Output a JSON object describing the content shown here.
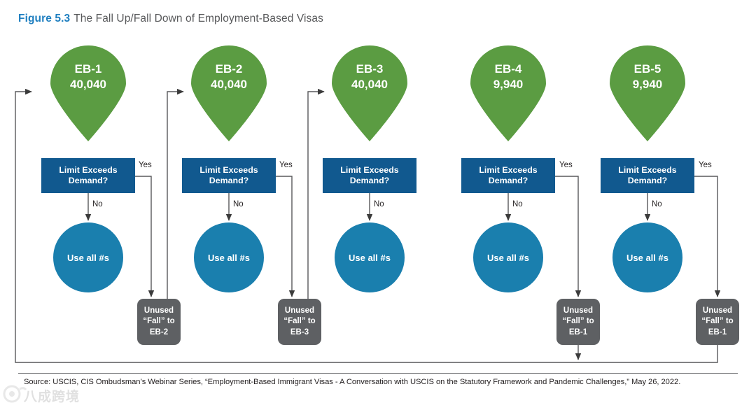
{
  "title": {
    "figure_label": "Figure 5.3",
    "caption": "The Fall Up/Fall Down of Employment-Based Visas"
  },
  "colors": {
    "pin_green": "#5b9c42",
    "decision_blue": "#11598f",
    "circle_blue": "#1a7fae",
    "unused_gray": "#5e6063",
    "accent_blue": "#1f7fc0",
    "line_gray": "#58595b",
    "text_dark": "#231f20"
  },
  "columns": [
    {
      "id": "eb1",
      "pin": {
        "category": "EB-1",
        "number": "40,040"
      },
      "decision": {
        "line1": "Limit Exceeds",
        "line2": "Demand?"
      },
      "yes_label": "Yes",
      "no_label": "No",
      "circle": {
        "line1": "Use all",
        "line2": "#s"
      },
      "unused": {
        "line1": "Unused",
        "line2": "“Fall”",
        "line3": "to EB-2"
      }
    },
    {
      "id": "eb2",
      "pin": {
        "category": "EB-2",
        "number": "40,040"
      },
      "decision": {
        "line1": "Limit Exceeds",
        "line2": "Demand?"
      },
      "yes_label": "Yes",
      "no_label": "No",
      "circle": {
        "line1": "Use all",
        "line2": "#s"
      },
      "unused": {
        "line1": "Unused",
        "line2": "“Fall”",
        "line3": "to EB-3"
      }
    },
    {
      "id": "eb3",
      "pin": {
        "category": "EB-3",
        "number": "40,040"
      },
      "decision": {
        "line1": "Limit Exceeds",
        "line2": "Demand?"
      },
      "yes_label": "",
      "no_label": "No",
      "circle": {
        "line1": "Use all",
        "line2": "#s"
      },
      "unused": null
    },
    {
      "id": "eb4",
      "pin": {
        "category": "EB-4",
        "number": "9,940"
      },
      "decision": {
        "line1": "Limit Exceeds",
        "line2": "Demand?"
      },
      "yes_label": "Yes",
      "no_label": "No",
      "circle": {
        "line1": "Use all",
        "line2": "#s"
      },
      "unused": {
        "line1": "Unused",
        "line2": "“Fall”",
        "line3": "to EB-1"
      }
    },
    {
      "id": "eb5",
      "pin": {
        "category": "EB-5",
        "number": "9,940"
      },
      "decision": {
        "line1": "Limit Exceeds",
        "line2": "Demand?"
      },
      "yes_label": "Yes",
      "no_label": "No",
      "circle": {
        "line1": "Use all",
        "line2": "#s"
      },
      "unused": {
        "line1": "Unused",
        "line2": "“Fall”",
        "line3": "to EB-1"
      }
    }
  ],
  "footer": {
    "source": "Source: USCIS, CIS Ombudsman’s Webinar Series, “Employment-Based Immigrant Visas - A Conversation with USCIS on the Statutory Framework and Pandemic Challenges,” May 26, 2022."
  },
  "watermark": {
    "text": "八成跨境"
  }
}
